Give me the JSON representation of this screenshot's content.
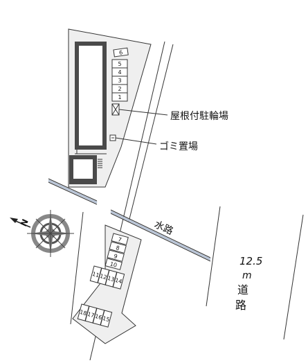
{
  "labels": {
    "bicycle_parking": "屋根付駐輪場",
    "trash": "ゴミ置場",
    "waterway": "水路",
    "road_width": "12.5",
    "road_unit": "m",
    "road_name_1": "道",
    "road_name_2": "路",
    "compass_n": "N"
  },
  "parking_upper": [
    "6",
    "5",
    "4",
    "3",
    "2",
    "1"
  ],
  "parking_lower": [
    "7",
    "8",
    "9",
    "10",
    "11",
    "12",
    "13",
    "14",
    "15",
    "16",
    "17",
    "18"
  ],
  "colors": {
    "lot_fill": "#efefef",
    "building": "#4a4a4a",
    "line": "#333333",
    "water": "#b8c4d6"
  },
  "icons": {
    "compass": "compass-rose-icon",
    "bicycle": "bicycle-parking-icon",
    "trash": "trash-box-icon"
  }
}
